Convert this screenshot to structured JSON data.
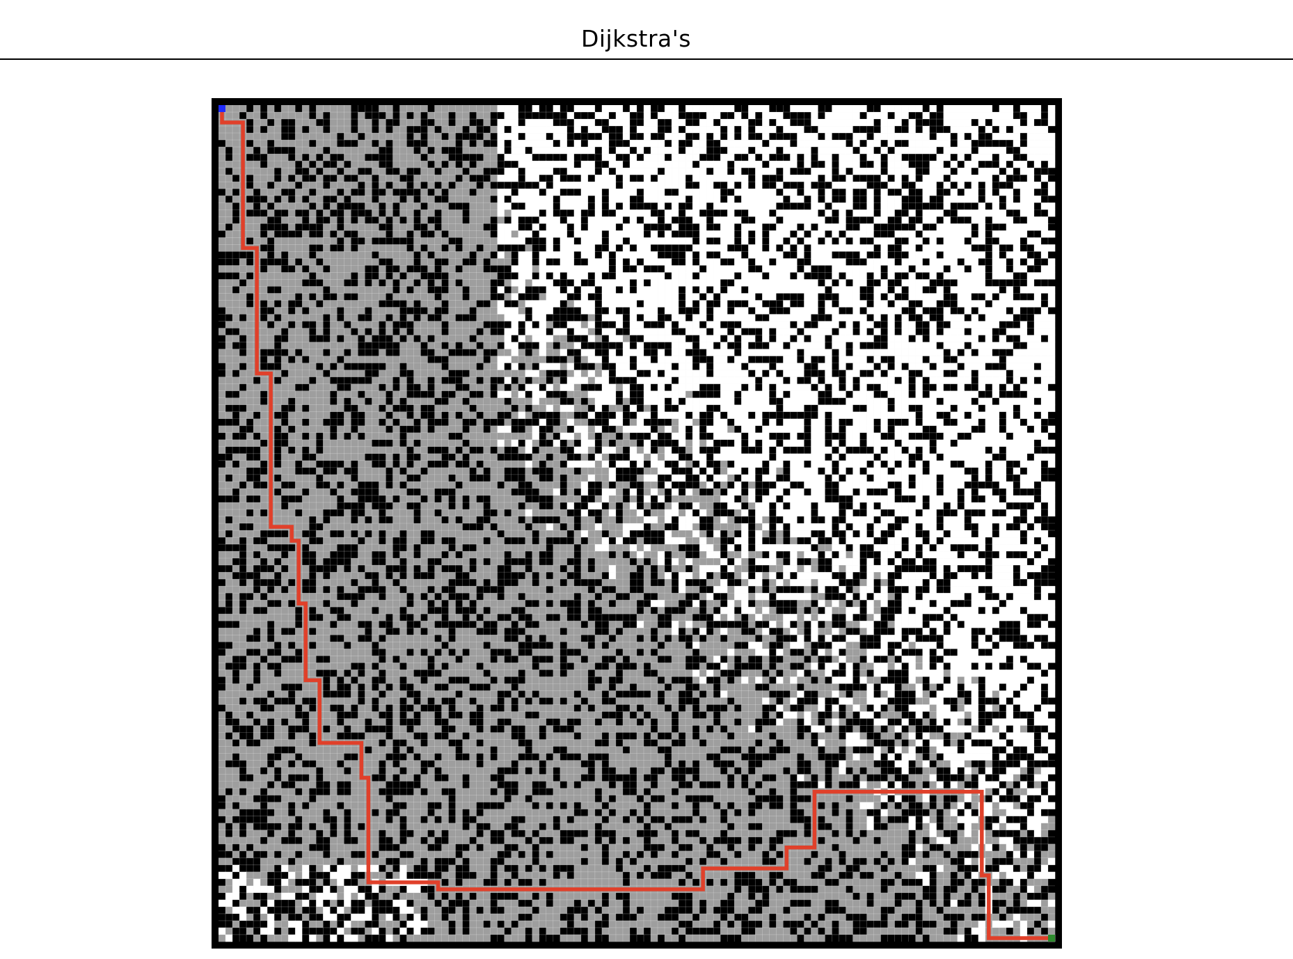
{
  "title": "Dijkstra's",
  "maze": {
    "rows": 120,
    "cols": 120,
    "seed": 20240611,
    "colors": {
      "wall": "#000000",
      "open": "#ffffff",
      "visited": "#9e9e9e",
      "path": "#e0402a",
      "start": "#1f2bff",
      "goal": "#2e8b2e",
      "frame": "#000000"
    },
    "start_cell": [
      0,
      0
    ],
    "goal_cell": [
      119,
      119
    ],
    "path_cells": [
      [
        0,
        0
      ],
      [
        1,
        0
      ],
      [
        2,
        0
      ],
      [
        2,
        1
      ],
      [
        2,
        2
      ],
      [
        2,
        3
      ],
      [
        3,
        3
      ],
      [
        4,
        3
      ],
      [
        5,
        3
      ],
      [
        6,
        3
      ],
      [
        7,
        3
      ],
      [
        8,
        3
      ],
      [
        9,
        3
      ],
      [
        10,
        3
      ],
      [
        11,
        3
      ],
      [
        12,
        3
      ],
      [
        13,
        3
      ],
      [
        14,
        3
      ],
      [
        15,
        3
      ],
      [
        16,
        3
      ],
      [
        17,
        3
      ],
      [
        18,
        3
      ],
      [
        19,
        3
      ],
      [
        20,
        3
      ],
      [
        20,
        4
      ],
      [
        20,
        5
      ],
      [
        21,
        5
      ],
      [
        22,
        5
      ],
      [
        23,
        5
      ],
      [
        24,
        5
      ],
      [
        25,
        5
      ],
      [
        26,
        5
      ],
      [
        27,
        5
      ],
      [
        28,
        5
      ],
      [
        29,
        5
      ],
      [
        30,
        5
      ],
      [
        31,
        5
      ],
      [
        32,
        5
      ],
      [
        33,
        5
      ],
      [
        34,
        5
      ],
      [
        35,
        5
      ],
      [
        36,
        5
      ],
      [
        37,
        5
      ],
      [
        38,
        5
      ],
      [
        38,
        6
      ],
      [
        38,
        7
      ],
      [
        39,
        7
      ],
      [
        40,
        7
      ],
      [
        41,
        7
      ],
      [
        42,
        7
      ],
      [
        43,
        7
      ],
      [
        44,
        7
      ],
      [
        45,
        7
      ],
      [
        46,
        7
      ],
      [
        47,
        7
      ],
      [
        48,
        7
      ],
      [
        49,
        7
      ],
      [
        50,
        7
      ],
      [
        51,
        7
      ],
      [
        52,
        7
      ],
      [
        53,
        7
      ],
      [
        54,
        7
      ],
      [
        55,
        7
      ],
      [
        56,
        7
      ],
      [
        57,
        7
      ],
      [
        58,
        7
      ],
      [
        59,
        7
      ],
      [
        60,
        7
      ],
      [
        60,
        8
      ],
      [
        60,
        9
      ],
      [
        60,
        10
      ],
      [
        61,
        10
      ],
      [
        62,
        10
      ],
      [
        62,
        11
      ],
      [
        63,
        11
      ],
      [
        64,
        11
      ],
      [
        65,
        11
      ],
      [
        66,
        11
      ],
      [
        67,
        11
      ],
      [
        68,
        11
      ],
      [
        69,
        11
      ],
      [
        70,
        11
      ],
      [
        71,
        11
      ],
      [
        71,
        12
      ],
      [
        72,
        12
      ],
      [
        73,
        12
      ],
      [
        74,
        12
      ],
      [
        75,
        12
      ],
      [
        76,
        12
      ],
      [
        77,
        12
      ],
      [
        78,
        12
      ],
      [
        79,
        12
      ],
      [
        80,
        12
      ],
      [
        81,
        12
      ],
      [
        82,
        12
      ],
      [
        82,
        13
      ],
      [
        82,
        14
      ],
      [
        83,
        14
      ],
      [
        84,
        14
      ],
      [
        85,
        14
      ],
      [
        86,
        14
      ],
      [
        87,
        14
      ],
      [
        88,
        14
      ],
      [
        89,
        14
      ],
      [
        90,
        14
      ],
      [
        91,
        14
      ],
      [
        91,
        15
      ],
      [
        91,
        16
      ],
      [
        91,
        17
      ],
      [
        91,
        18
      ],
      [
        91,
        19
      ],
      [
        91,
        20
      ],
      [
        92,
        20
      ],
      [
        93,
        20
      ],
      [
        94,
        20
      ],
      [
        95,
        20
      ],
      [
        96,
        20
      ],
      [
        96,
        21
      ],
      [
        97,
        21
      ],
      [
        98,
        21
      ],
      [
        99,
        21
      ],
      [
        100,
        21
      ],
      [
        101,
        21
      ],
      [
        102,
        21
      ],
      [
        103,
        21
      ],
      [
        104,
        21
      ],
      [
        105,
        21
      ],
      [
        106,
        21
      ],
      [
        107,
        21
      ],
      [
        108,
        21
      ],
      [
        109,
        21
      ],
      [
        110,
        21
      ],
      [
        111,
        21
      ],
      [
        111,
        22
      ],
      [
        111,
        23
      ],
      [
        111,
        24
      ],
      [
        111,
        25
      ],
      [
        111,
        26
      ],
      [
        111,
        27
      ],
      [
        111,
        28
      ],
      [
        111,
        29
      ],
      [
        111,
        30
      ],
      [
        111,
        31
      ],
      [
        112,
        31
      ],
      [
        112,
        32
      ],
      [
        112,
        33
      ],
      [
        112,
        34
      ],
      [
        112,
        35
      ],
      [
        112,
        36
      ],
      [
        112,
        37
      ],
      [
        112,
        38
      ],
      [
        112,
        39
      ],
      [
        112,
        40
      ],
      [
        112,
        41
      ],
      [
        112,
        42
      ],
      [
        112,
        43
      ],
      [
        112,
        44
      ],
      [
        112,
        45
      ],
      [
        112,
        46
      ],
      [
        112,
        47
      ],
      [
        112,
        48
      ],
      [
        112,
        49
      ],
      [
        112,
        50
      ],
      [
        112,
        51
      ],
      [
        112,
        52
      ],
      [
        112,
        53
      ],
      [
        112,
        54
      ],
      [
        112,
        55
      ],
      [
        112,
        56
      ],
      [
        112,
        57
      ],
      [
        112,
        58
      ],
      [
        112,
        59
      ],
      [
        112,
        60
      ],
      [
        112,
        61
      ],
      [
        112,
        62
      ],
      [
        112,
        63
      ],
      [
        112,
        64
      ],
      [
        112,
        65
      ],
      [
        112,
        66
      ],
      [
        112,
        67
      ],
      [
        112,
        68
      ],
      [
        112,
        69
      ],
      [
        111,
        69
      ],
      [
        110,
        69
      ],
      [
        109,
        69
      ],
      [
        109,
        70
      ],
      [
        109,
        71
      ],
      [
        109,
        72
      ],
      [
        109,
        73
      ],
      [
        109,
        74
      ],
      [
        109,
        75
      ],
      [
        109,
        76
      ],
      [
        109,
        77
      ],
      [
        109,
        78
      ],
      [
        109,
        79
      ],
      [
        109,
        80
      ],
      [
        109,
        81
      ],
      [
        108,
        81
      ],
      [
        107,
        81
      ],
      [
        106,
        81
      ],
      [
        106,
        82
      ],
      [
        106,
        83
      ],
      [
        106,
        84
      ],
      [
        106,
        85
      ],
      [
        105,
        85
      ],
      [
        104,
        85
      ],
      [
        103,
        85
      ],
      [
        102,
        85
      ],
      [
        101,
        85
      ],
      [
        100,
        85
      ],
      [
        99,
        85
      ],
      [
        98,
        85
      ],
      [
        98,
        86
      ],
      [
        98,
        87
      ],
      [
        98,
        88
      ],
      [
        98,
        89
      ],
      [
        98,
        90
      ],
      [
        98,
        91
      ],
      [
        98,
        92
      ],
      [
        98,
        93
      ],
      [
        98,
        94
      ],
      [
        98,
        95
      ],
      [
        98,
        96
      ],
      [
        98,
        97
      ],
      [
        98,
        98
      ],
      [
        98,
        99
      ],
      [
        98,
        100
      ],
      [
        98,
        101
      ],
      [
        98,
        102
      ],
      [
        98,
        103
      ],
      [
        98,
        104
      ],
      [
        98,
        105
      ],
      [
        98,
        106
      ],
      [
        98,
        107
      ],
      [
        98,
        108
      ],
      [
        98,
        109
      ],
      [
        99,
        109
      ],
      [
        100,
        109
      ],
      [
        101,
        109
      ],
      [
        102,
        109
      ],
      [
        103,
        109
      ],
      [
        104,
        109
      ],
      [
        105,
        109
      ],
      [
        106,
        109
      ],
      [
        107,
        109
      ],
      [
        108,
        109
      ],
      [
        109,
        109
      ],
      [
        110,
        109
      ],
      [
        110,
        110
      ],
      [
        111,
        110
      ],
      [
        112,
        110
      ],
      [
        113,
        110
      ],
      [
        114,
        110
      ],
      [
        115,
        110
      ],
      [
        116,
        110
      ],
      [
        117,
        110
      ],
      [
        118,
        110
      ],
      [
        119,
        110
      ],
      [
        119,
        111
      ],
      [
        119,
        112
      ],
      [
        119,
        113
      ],
      [
        119,
        114
      ],
      [
        119,
        115
      ],
      [
        119,
        116
      ],
      [
        119,
        117
      ],
      [
        119,
        118
      ],
      [
        119,
        119
      ]
    ]
  }
}
